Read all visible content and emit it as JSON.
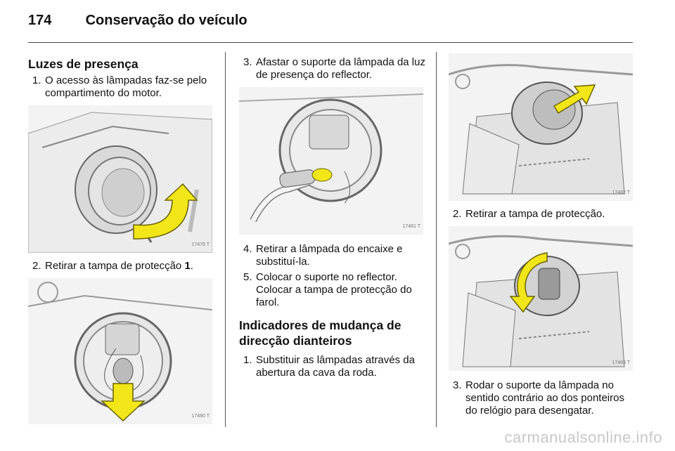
{
  "header": {
    "page_number": "174",
    "title": "Conservação do veículo"
  },
  "col1": {
    "heading": "Luzes de presença",
    "step1": {
      "num": "1.",
      "text": "O acesso às lâmpadas faz-se pelo compartimento do motor."
    },
    "fig1_no": "17479 T",
    "step2": {
      "num": "2.",
      "text": "Retirar a tampa de protecção",
      "bold": "1",
      "tail": "."
    },
    "fig2_no": "17480 T"
  },
  "col2": {
    "step3": {
      "num": "3.",
      "text": "Afastar o suporte da lâmpada da luz de presença do reflector."
    },
    "fig3_no": "17481 T",
    "step4": {
      "num": "4.",
      "text": "Retirar a lâmpada do encaixe e substituí-la."
    },
    "step5": {
      "num": "5.",
      "text": "Colocar o suporte no reflector. Colocar a tampa de protecção do farol."
    },
    "heading": "Indicadores de mudança de direcção dianteiros",
    "step1": {
      "num": "1.",
      "text": "Substituir as lâmpadas através da abertura da cava da roda."
    }
  },
  "col3": {
    "fig4_no": "17482 T",
    "step2": {
      "num": "2.",
      "text": "Retirar a tampa de protecção."
    },
    "fig5_no": "17483 T",
    "step3": {
      "num": "3.",
      "text": "Rodar o suporte da lâmpada no sentido contrário ao dos ponteiros do relógio para desengatar."
    }
  },
  "watermark": "carmanualsonline.info",
  "colors": {
    "arrow": "#f2e619",
    "line": "#555555",
    "fig_bg": "#f3f3f3"
  }
}
